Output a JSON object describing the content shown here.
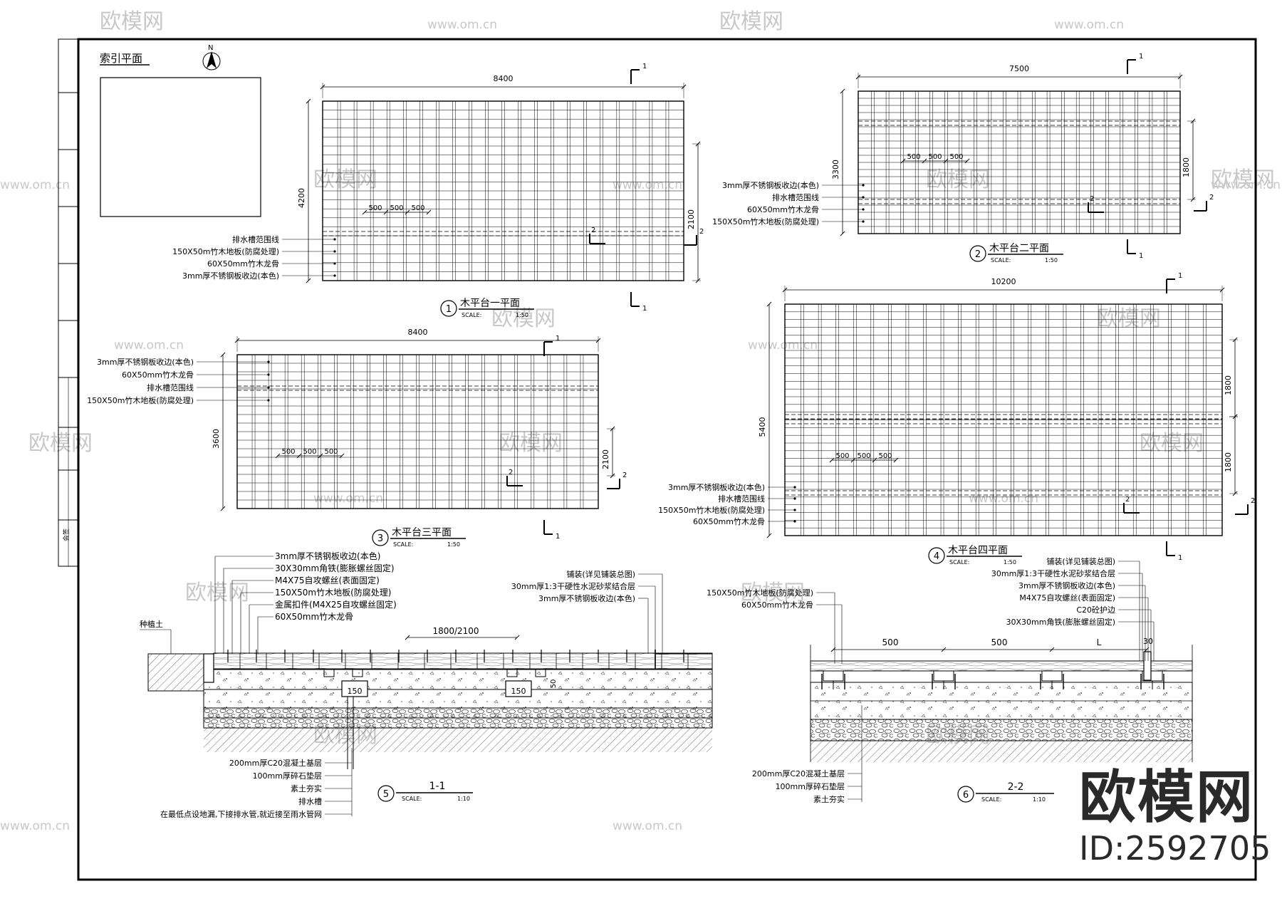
{
  "watermark": {
    "site": "www.om.cn",
    "brand": "欧模网"
  },
  "brand_block": {
    "name": "欧模网",
    "id": "ID:2592705"
  },
  "title_block": {
    "tag": "会签"
  },
  "index_plan": {
    "title": "索引平面",
    "north": "N"
  },
  "plans": {
    "p1": {
      "num": "1",
      "title": "木平台一平面",
      "scale_label": "SCALE:",
      "scale": "1:50",
      "width": "8400",
      "height": "4200",
      "dim_right": "2100",
      "module": [
        "500",
        "500",
        "500"
      ],
      "section_marks": [
        "1",
        "1",
        "2",
        "2"
      ],
      "notes": [
        "排水槽范围线",
        "150X50m竹木地板(防腐处理)",
        "60X50mm竹木龙骨",
        "3mm厚不锈钢板收边(本色)"
      ]
    },
    "p2": {
      "num": "2",
      "title": "木平台二平面",
      "scale_label": "SCALE:",
      "scale": "1:50",
      "width": "7500",
      "height": "3300",
      "dim_right": "1800",
      "module": [
        "500",
        "500",
        "500"
      ],
      "section_marks": [
        "1",
        "1",
        "2",
        "2"
      ],
      "notes": [
        "3mm厚不锈钢板收边(本色)",
        "排水槽范围线",
        "60X50mm竹木龙骨",
        "150X50m竹木地板(防腐处理)"
      ]
    },
    "p3": {
      "num": "3",
      "title": "木平台三平面",
      "scale_label": "SCALE:",
      "scale": "1:50",
      "width": "8400",
      "height": "3600",
      "dim_right": "2100",
      "module": [
        "500",
        "500",
        "500"
      ],
      "section_marks": [
        "1",
        "1",
        "2",
        "2"
      ],
      "notes": [
        "3mm厚不锈钢板收边(本色)",
        "60X50mm竹木龙骨",
        "排水槽范围线",
        "150X50m竹木地板(防腐处理)"
      ]
    },
    "p4": {
      "num": "4",
      "title": "木平台四平面",
      "scale_label": "SCALE:",
      "scale": "1:50",
      "width": "10200",
      "height": "5400",
      "dim_right": [
        "1800",
        "1800"
      ],
      "module": [
        "500",
        "500",
        "500"
      ],
      "section_marks": [
        "1",
        "1",
        "2",
        "2"
      ],
      "notes": [
        "3mm厚不锈钢板收边(本色)",
        "排水槽范围线",
        "150X50m竹木地板(防腐处理)",
        "60X50mm竹木龙骨"
      ]
    }
  },
  "sections": {
    "s1": {
      "num": "5",
      "title": "1-1",
      "scale_label": "SCALE:",
      "scale": "1:10",
      "span": "1800/2100",
      "gap": "150",
      "depth": "50",
      "left_label": "种植土",
      "notes_top": [
        "3mm厚不锈钢板收边(本色)",
        "30X30mm角铁(膨胀螺丝固定)",
        "M4X75自攻螺丝(表面固定)",
        "150X50m竹木地板(防腐处理)",
        "金属扣件(M4X25自攻螺丝固定)",
        "60X50mm竹木龙骨"
      ],
      "notes_right": [
        "铺装(详见铺装总图)",
        "30mm厚1:3干硬性水泥砂浆结合层",
        "3mm厚不锈钢板收边(本色)"
      ],
      "notes_bottom": [
        "200mm厚C20混凝土基层",
        "100mm厚碎石垫层",
        "素土夯实",
        "排水槽",
        "在最低点设地漏,下接排水管,就近接至雨水管网"
      ]
    },
    "s2": {
      "num": "6",
      "title": "2-2",
      "scale_label": "SCALE:",
      "scale": "1:10",
      "spans": [
        "500",
        "500",
        "L"
      ],
      "edge": "30",
      "notes_left": [
        "150X50m竹木地板(防腐处理)",
        "60X50mm竹木龙骨"
      ],
      "notes_right": [
        "铺装(详见铺装总图)",
        "30mm厚1:3干硬性水泥砂浆结合层",
        "3mm厚不锈钢板收边(本色)",
        "M4X75自攻螺丝(表面固定)",
        "C20砼护边",
        "30X30mm角铁(膨胀螺丝固定)"
      ],
      "notes_bottom": [
        "200mm厚C20混凝土基层",
        "100mm厚碎石垫层",
        "素土夯实"
      ]
    }
  }
}
